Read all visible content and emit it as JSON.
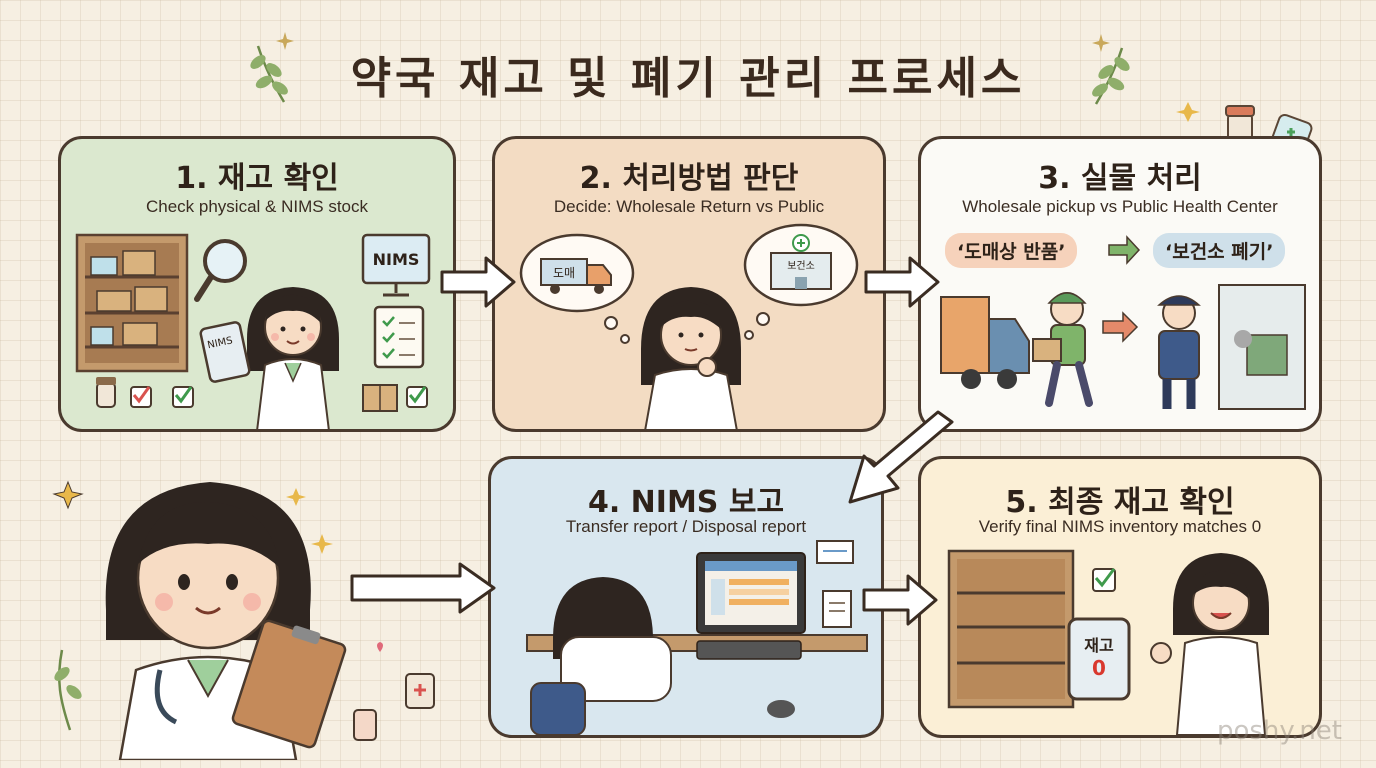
{
  "title": "약국 재고 및 폐기 관리 프로세스",
  "steps": [
    {
      "title": "1. 재고 확인",
      "subtitle": "Check physical & NIMS stock",
      "screen_label": "NIMS",
      "tablet_label": "NIMS"
    },
    {
      "title": "2. 처리방법 판단",
      "subtitle": "Decide: Wholesale Return vs Public",
      "truck_label": "도매",
      "building_label": "보건소"
    },
    {
      "title": "3. 실물 처리",
      "subtitle": "Wholesale pickup vs Public Health Center",
      "option_a": "‘도매상 반품’",
      "option_b": "‘보건소 폐기’"
    },
    {
      "title": "4. NIMS 보고",
      "subtitle": "Transfer report / Disposal report"
    },
    {
      "title": "5. 최종 재고 확인",
      "subtitle": "Verify final NIMS inventory matches 0",
      "tablet_label": "재고",
      "tablet_value": "0"
    }
  ],
  "watermark": "poshy.net",
  "colors": {
    "background": "#f6efe2",
    "step1": "#dbe8cf",
    "step2": "#f3dcc3",
    "step3": "#fbfaf6",
    "step4": "#d9e7ef",
    "step5": "#fbefd6",
    "border": "#4a3a2e",
    "check": "#3f9a4c",
    "arrow_orange": "#e58a6a",
    "pill_orange": "#f6d2bb",
    "pill_blue": "#cfe0ea"
  }
}
